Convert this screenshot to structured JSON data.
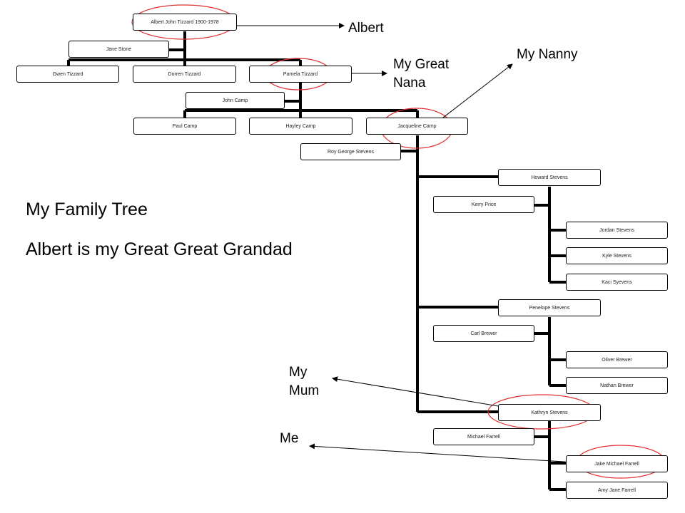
{
  "nodes": {
    "albert": "Albert John Tizzard 1900-1978",
    "jane": "Jane Stone",
    "gwen": "Gwen Tizzard",
    "dorren": "Dorren Tizzard",
    "pamela": "Pamela Tizzard",
    "john": "John Camp",
    "paul": "Paul Camp",
    "hayley": "Hayley Camp",
    "jacqueline": "Jacqueline Camp",
    "roy": "Roy George Stevens",
    "howard": "Howard Stevens",
    "kerry": "Kerry Price",
    "jordan": "Jordan Stevens",
    "kyle": "Kyle Stevens",
    "kaci": "Kaci Syevens",
    "penelope": "Penelope Stevens",
    "carl": "Carl Brewer",
    "oliver": "Oliver Brewer",
    "nathan": "Nathan Brewer",
    "kathryn": "Kathryn Stevens",
    "michael": "Michael Farrell",
    "jake": "Jake Michael Farrell",
    "amy": "Amy Jane Farrell"
  },
  "annotations": {
    "albert": "Albert",
    "great_nana_line1": "My Great",
    "great_nana_line2": "Nana",
    "nanny": "My Nanny",
    "mum_line1": "My",
    "mum_line2": "Mum",
    "me": "Me"
  },
  "title": {
    "line1": "My Family Tree",
    "line2": "Albert is my Great Great Grandad"
  },
  "colors": {
    "highlight_circle": "#e03030",
    "connector": "#000000",
    "node_border": "#000000"
  }
}
